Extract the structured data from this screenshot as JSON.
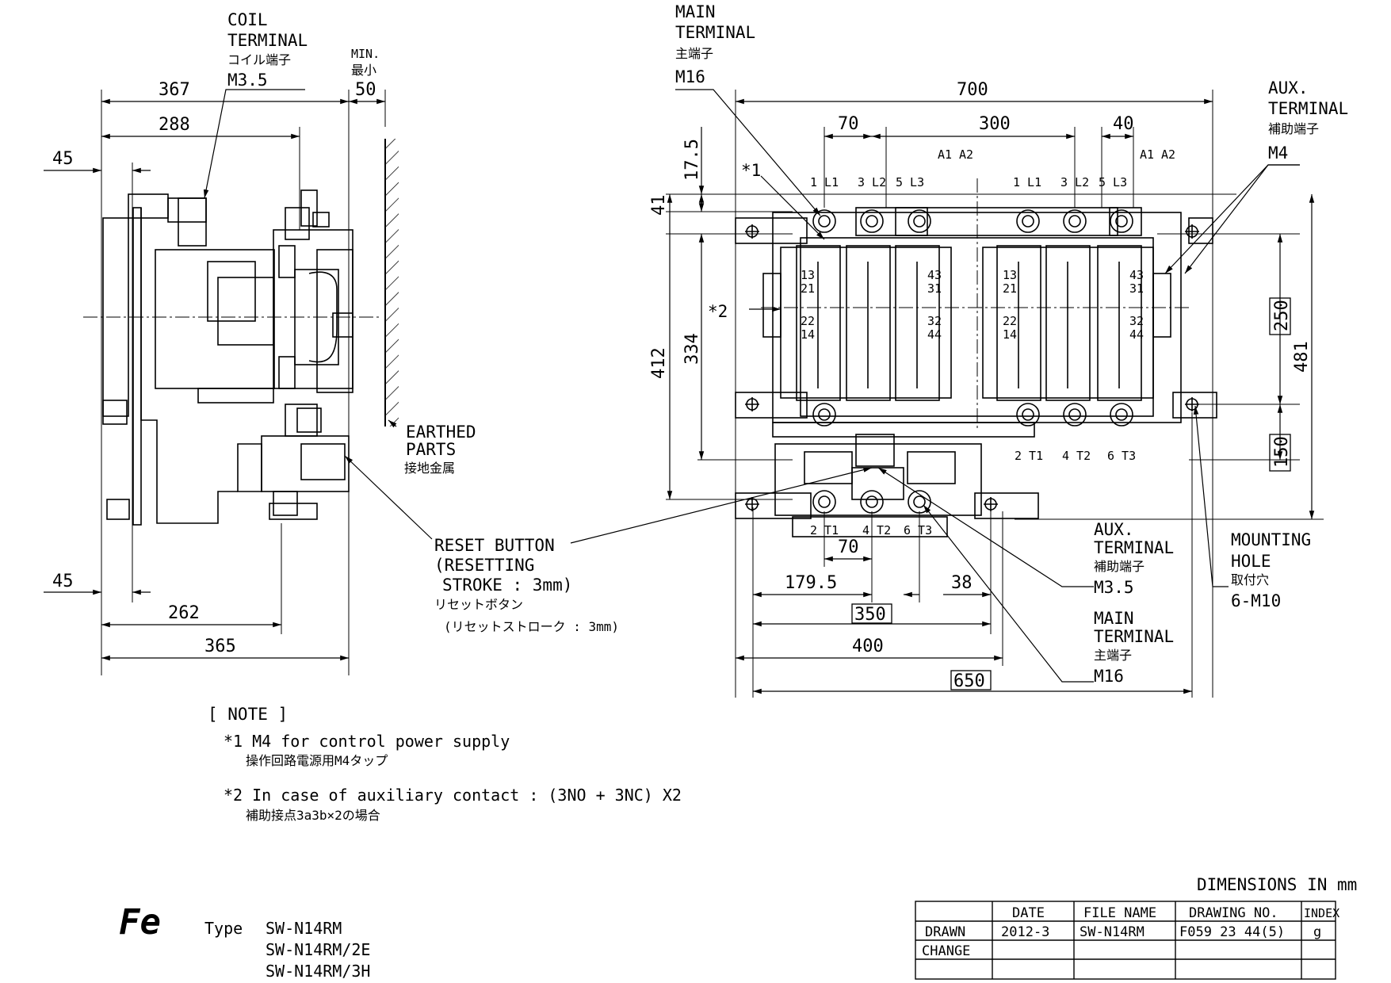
{
  "left_view": {
    "coil_terminal": [
      "COIL",
      "TERMINAL",
      "コイル端子",
      "M3.5"
    ],
    "min": [
      "MIN.",
      "最小",
      "50"
    ],
    "dims": {
      "d367": "367",
      "d288": "288",
      "d45_top": "45",
      "d45_bottom": "45",
      "d262": "262",
      "d365": "365"
    },
    "earthed": [
      "EARTHED",
      "PARTS",
      "接地金属"
    ],
    "reset": [
      "RESET BUTTON",
      "(RESETTING",
      "STROKE : 3mm)",
      "リセットボタン",
      "(リセットストローク : 3mm)"
    ]
  },
  "right_view": {
    "main_terminal_top": [
      "MAIN",
      "TERMINAL",
      "主端子",
      "M16"
    ],
    "aux_terminal_top": [
      "AUX.",
      "TERMINAL",
      "補助端子",
      "M4"
    ],
    "dims": {
      "d700": "700",
      "d70_top": "70",
      "d300": "300",
      "d40": "40",
      "d17_5": "17.5",
      "d41": "41",
      "d412": "412",
      "d334": "334",
      "d250": "250",
      "d481": "481",
      "d150": "150",
      "d70_bottom": "70",
      "d179_5": "179.5",
      "d38": "38",
      "d350": "350",
      "d400": "400",
      "d650": "650"
    },
    "star1": "*1",
    "star2": "*2",
    "terminals_top": [
      "1 L1",
      "3 L2",
      "5 L3",
      "A1",
      "A2",
      "1 L1",
      "3 L2",
      "5 L3",
      "A1",
      "A2"
    ],
    "aux_nums_left": [
      "13",
      "21",
      "22",
      "14"
    ],
    "aux_nums_right": [
      "43",
      "31",
      "32",
      "44"
    ],
    "terminals_bottom_right": [
      "2 T1",
      "4 T2",
      "6 T3"
    ],
    "terminals_bottom_left": [
      "2 T1",
      "4 T2",
      "6 T3"
    ],
    "aux_terminal_bottom": [
      "AUX.",
      "TERMINAL",
      "補助端子",
      "M3.5"
    ],
    "main_terminal_bottom": [
      "MAIN",
      "TERMINAL",
      "主端子",
      "M16"
    ],
    "mounting_hole": [
      "MOUNTING",
      "HOLE",
      "取付穴",
      "6-M10"
    ]
  },
  "notes": {
    "heading": "[ NOTE ]",
    "n1_en": "*1 M4 for control power supply",
    "n1_jp": "操作回路電源用M4タップ",
    "n2_en": "*2 In case of auxiliary contact : (3NO + 3NC) X2",
    "n2_jp": "補助接点3a3b×2の場合"
  },
  "title_block": {
    "logo": "Fe",
    "type_label": "Type",
    "types": [
      "SW-N14RM",
      "SW-N14RM/2E",
      "SW-N14RM/3H"
    ],
    "dimensions_note": "DIMENSIONS IN mm",
    "headers": [
      "DATE",
      "FILE NAME",
      "DRAWING NO.",
      "INDEX"
    ],
    "drawn_label": "DRAWN",
    "change_label": "CHANGE",
    "date": "2012-3",
    "file_name": "SW-N14RM",
    "drawing_no": "F059 23 44(5)",
    "index": "g"
  }
}
